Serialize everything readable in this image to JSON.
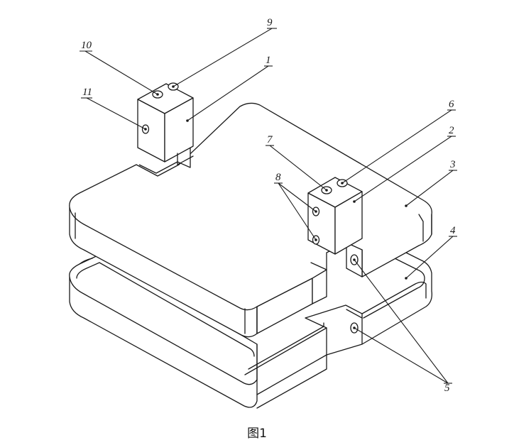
{
  "figure": {
    "caption": "图1",
    "labels": [
      "1",
      "2",
      "3",
      "4",
      "5",
      "6",
      "7",
      "8",
      "9",
      "10",
      "11"
    ]
  }
}
